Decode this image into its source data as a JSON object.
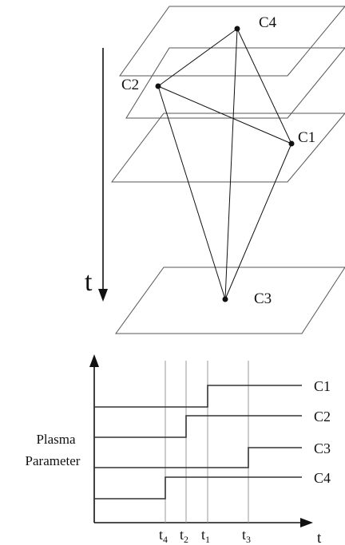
{
  "colors": {
    "ink": "#111111",
    "plane": "#555555",
    "guide": "#9a9a9a",
    "step": "#333333"
  },
  "top_diagram": {
    "time_axis_label": "t",
    "spacecraft": [
      {
        "id": "c4",
        "label": "C4"
      },
      {
        "id": "c2",
        "label": "C2"
      },
      {
        "id": "c1",
        "label": "C1"
      },
      {
        "id": "c3",
        "label": "C3"
      }
    ]
  },
  "bottom_chart": {
    "y_label_line1": "Plasma",
    "y_label_line2": "Parameter",
    "x_label": "t",
    "times": [
      {
        "id": "t4",
        "base": "t",
        "sub": "4"
      },
      {
        "id": "t2",
        "base": "t",
        "sub": "2"
      },
      {
        "id": "t1",
        "base": "t",
        "sub": "1"
      },
      {
        "id": "t3",
        "base": "t",
        "sub": "3"
      }
    ],
    "series": [
      {
        "label": "C1",
        "step_at": "t1"
      },
      {
        "label": "C2",
        "step_at": "t2"
      },
      {
        "label": "C3",
        "step_at": "t3"
      },
      {
        "label": "C4",
        "step_at": "t4"
      }
    ]
  }
}
